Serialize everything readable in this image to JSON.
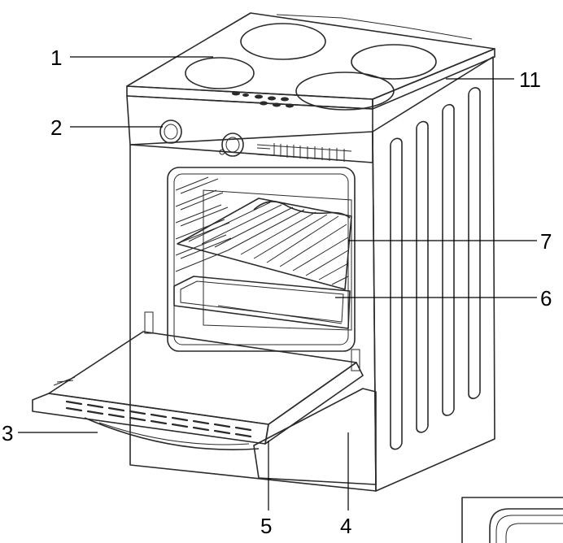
{
  "diagram": {
    "subject": "free-standing electric cooker with ceramic hob and open oven door",
    "callouts": [
      "1",
      "2",
      "3",
      "4",
      "5",
      "6",
      "7",
      "11"
    ],
    "colors": {
      "background": "#ffffff",
      "line": "#2a2a2a",
      "panel_light": "#f7f7f7",
      "panel_gray": "#cfcfcf",
      "panel_dark": "#8f8f8f",
      "hob_glass": "#e6e6e6"
    }
  }
}
